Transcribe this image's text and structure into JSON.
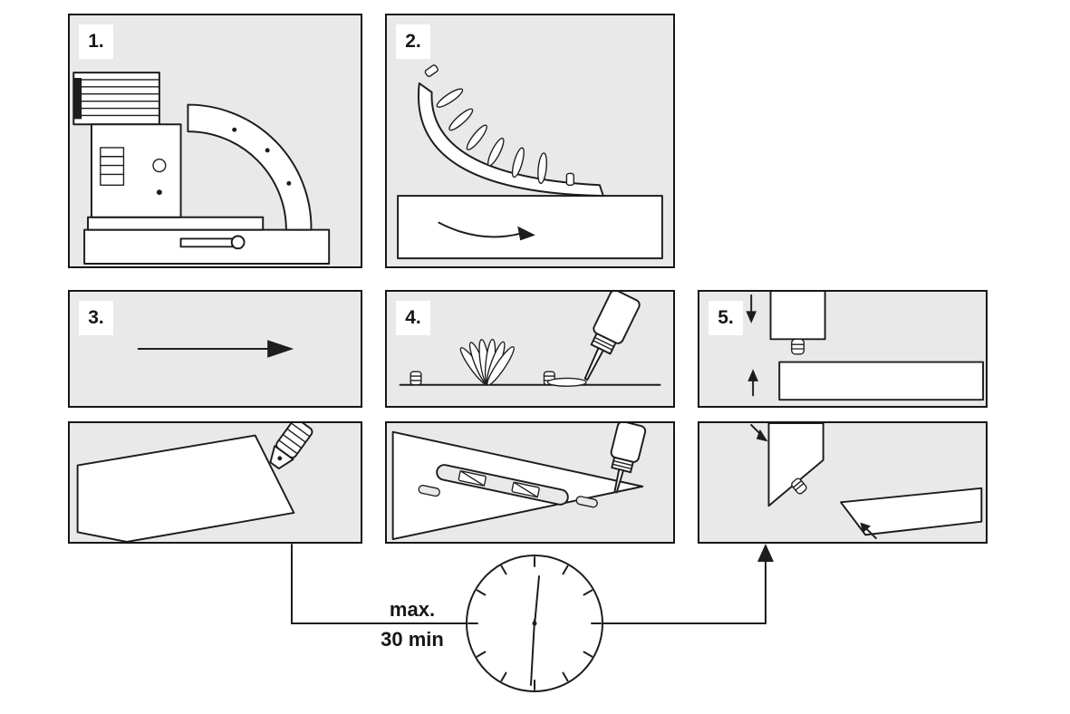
{
  "steps": [
    {
      "label": "1."
    },
    {
      "label": "2."
    },
    {
      "label": "3."
    },
    {
      "label": "4."
    },
    {
      "label": "5."
    }
  ],
  "timer": {
    "line1": "max.",
    "line2": "30 min"
  },
  "colors": {
    "panel_background": "#e9e9e9",
    "stroke": "#1d1d1b",
    "white": "#ffffff"
  }
}
